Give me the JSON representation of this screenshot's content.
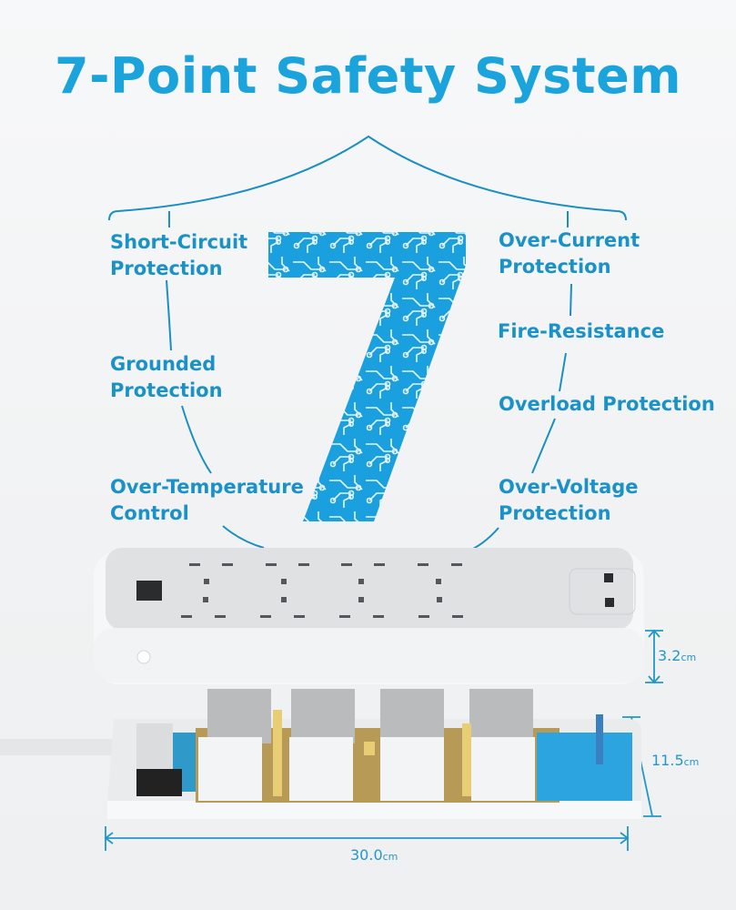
{
  "title": "7-Point Safety System",
  "big_numeral": "7",
  "features_left": [
    {
      "line1": "Short-Circuit",
      "line2": "Protection"
    },
    {
      "line1": "Grounded",
      "line2": "Protection"
    },
    {
      "line1": "Over-Temperature",
      "line2": "Control"
    }
  ],
  "features_right": [
    {
      "line1": "Over-Current",
      "line2": "Protection"
    },
    {
      "line1": "Fire-Resistance",
      "line2": ""
    },
    {
      "line1": "Overload Protection",
      "line2": ""
    },
    {
      "line1": "Over-Voltage",
      "line2": "Protection"
    }
  ],
  "dimensions": {
    "height_value": "3.2",
    "height_unit": "cm",
    "depth_value": "11.5",
    "depth_unit": "cm",
    "width_value": "30.0",
    "width_unit": "cm"
  },
  "colors": {
    "accent": "#1ba3dc",
    "line": "#1b8fc2",
    "numeral": "#1aa0de"
  }
}
